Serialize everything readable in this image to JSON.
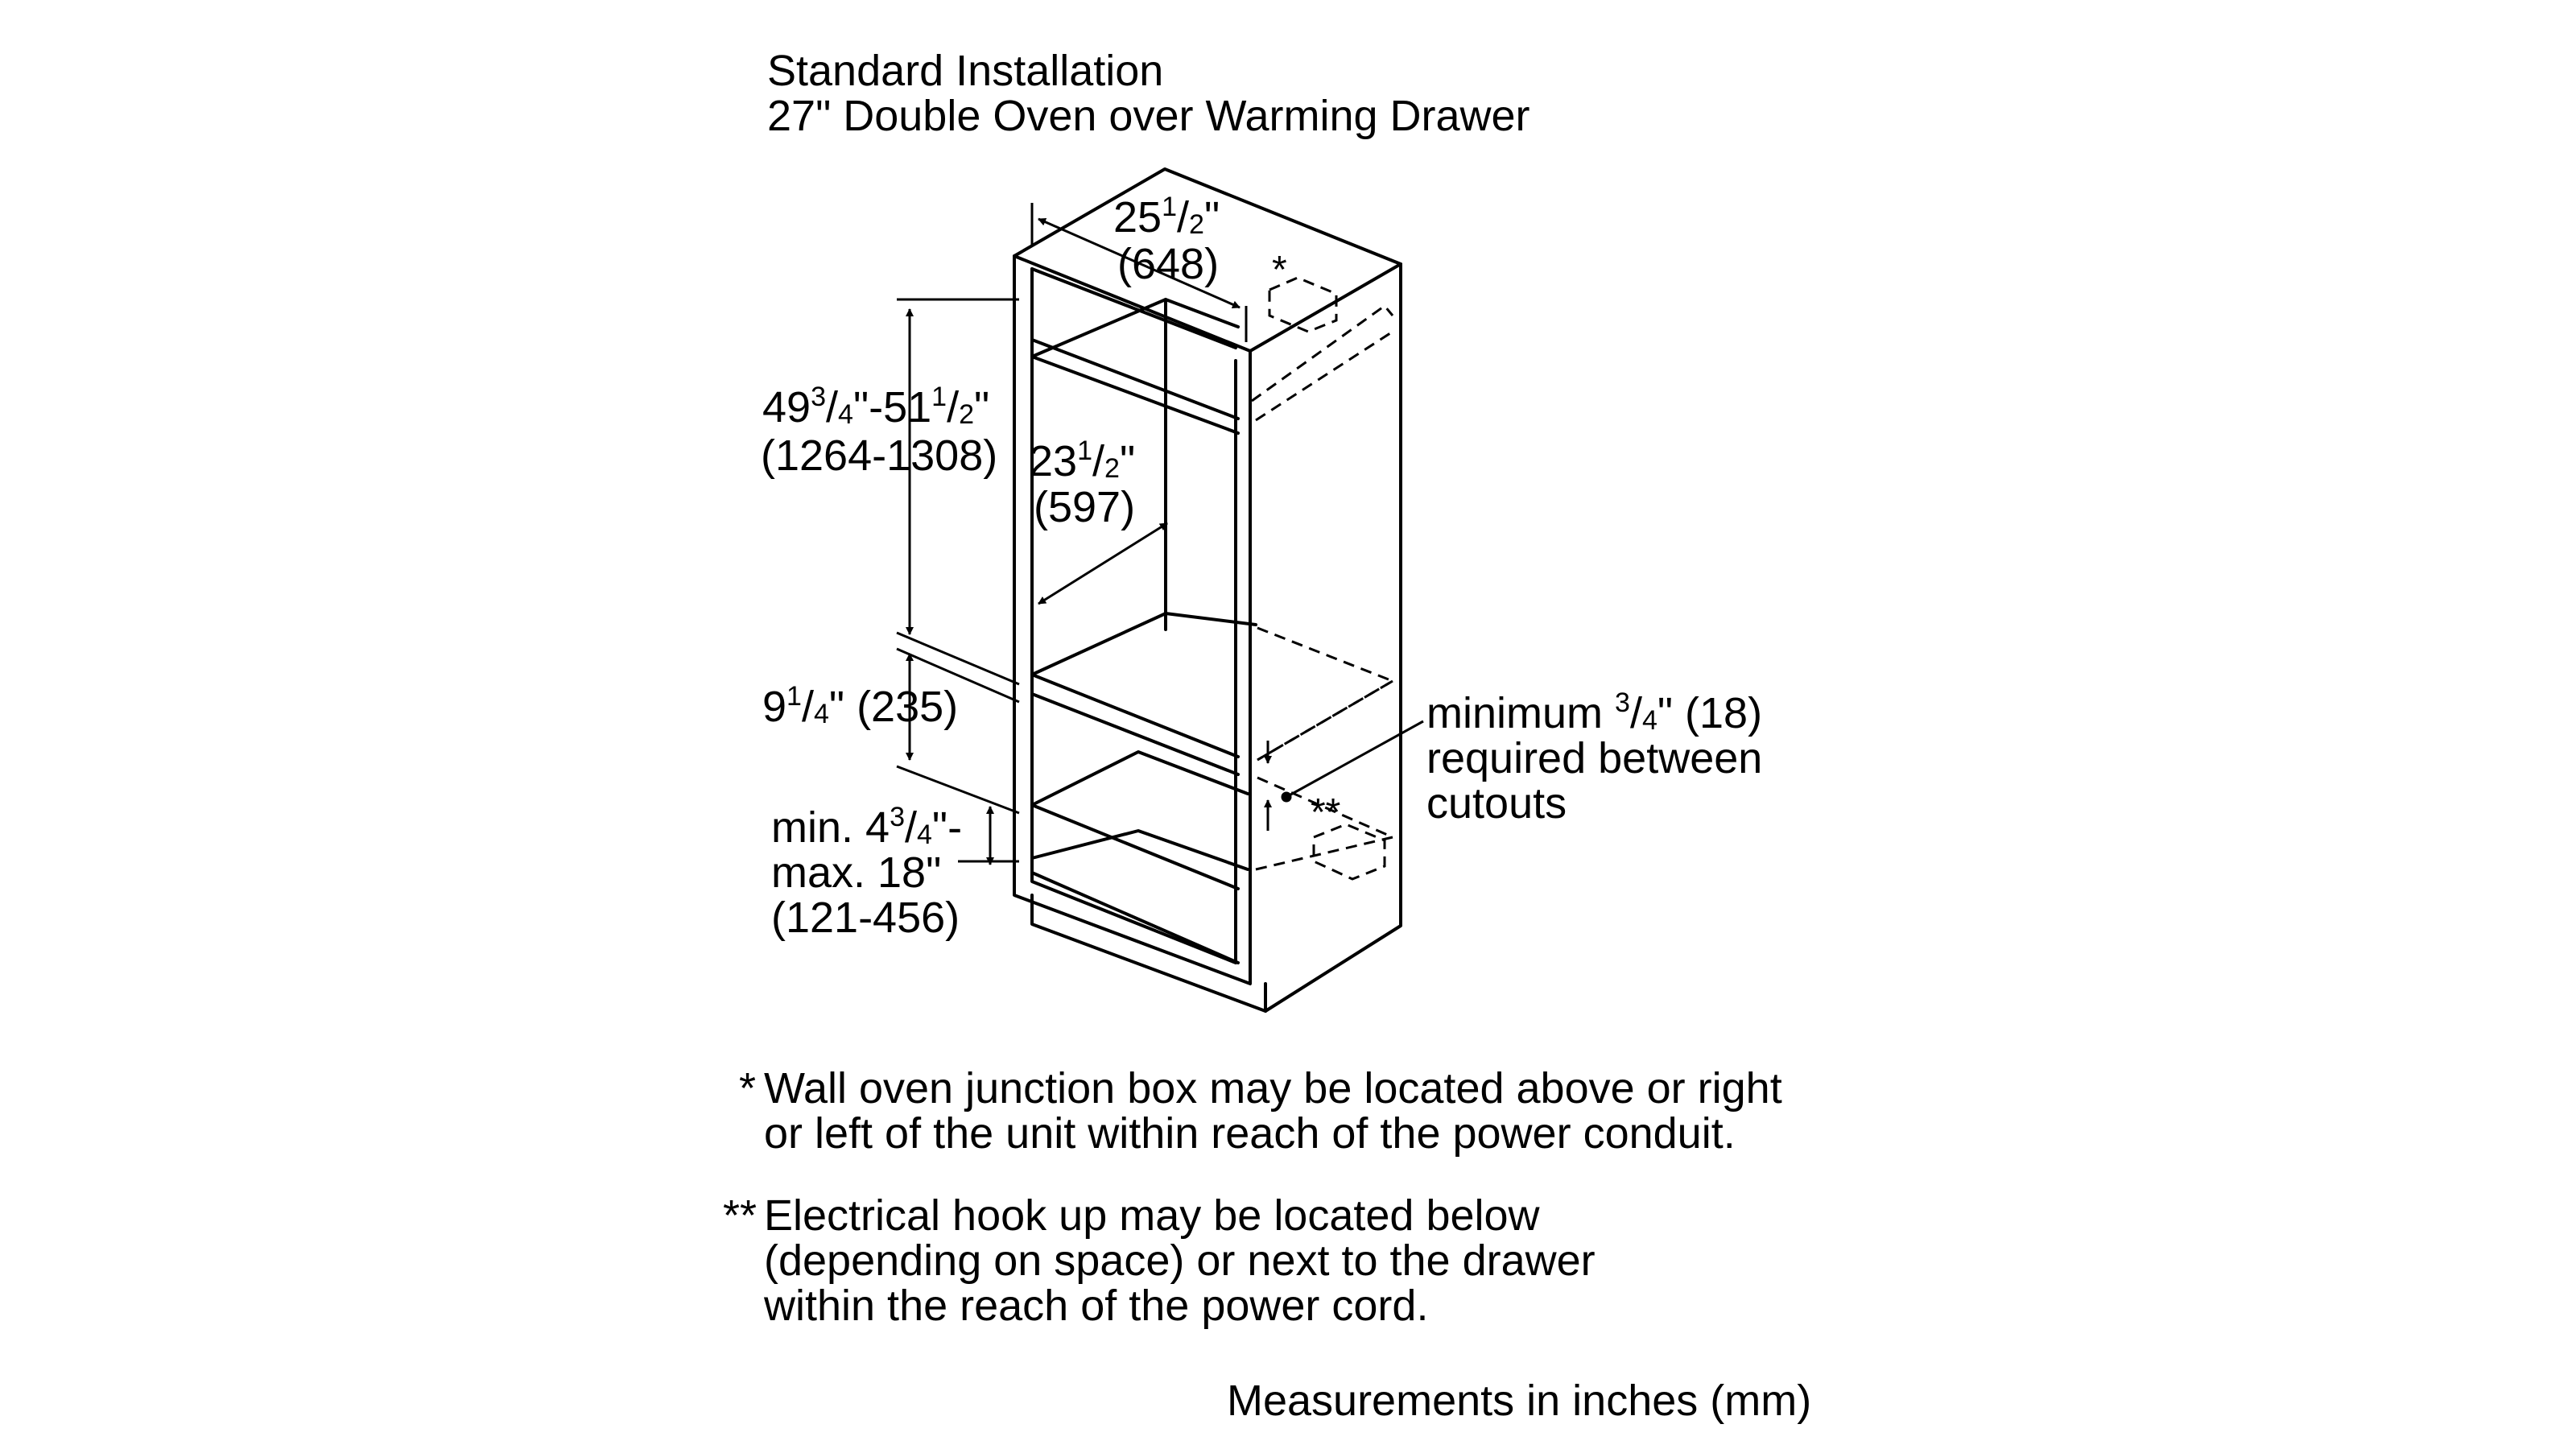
{
  "header": {
    "line1": "Standard Installation",
    "line2": "27\" Double Oven over Warming Drawer"
  },
  "dimensions": {
    "width": {
      "whole": "25",
      "num": "1",
      "den": "2",
      "mm": "(648)"
    },
    "height": {
      "a_whole": "49",
      "a_num": "3",
      "a_den": "4",
      "sep": "\"-51",
      "b_num": "1",
      "b_den": "2",
      "mm": "(1264-1308)"
    },
    "depth": {
      "whole": "23",
      "num": "1",
      "den": "2",
      "mm": "(597)"
    },
    "gap": {
      "whole": "9",
      "num": "1",
      "den": "4",
      "mm": "\" (235)"
    },
    "base": {
      "line1_pre": "min. 4",
      "num": "3",
      "den": "4",
      "line1_post": "\"-",
      "line2": "max. 18\"",
      "line3": "(121-456)"
    },
    "cutout": {
      "line1_pre": "minimum ",
      "num": "3",
      "den": "4",
      "line1_post": "\" (18)",
      "line2": "required between",
      "line3": "cutouts"
    }
  },
  "markers": {
    "single": "*",
    "double": "**"
  },
  "notes": [
    {
      "mark": "*",
      "line1": "Wall oven junction box may be located above or right",
      "line2": "or left of the unit within reach of the power conduit."
    },
    {
      "mark": "**",
      "line1": "Electrical hook up may be located below",
      "line2": "(depending on space) or next to the drawer",
      "line3": "within the reach of the power cord."
    }
  ],
  "footer": "Measurements in inches (mm)"
}
